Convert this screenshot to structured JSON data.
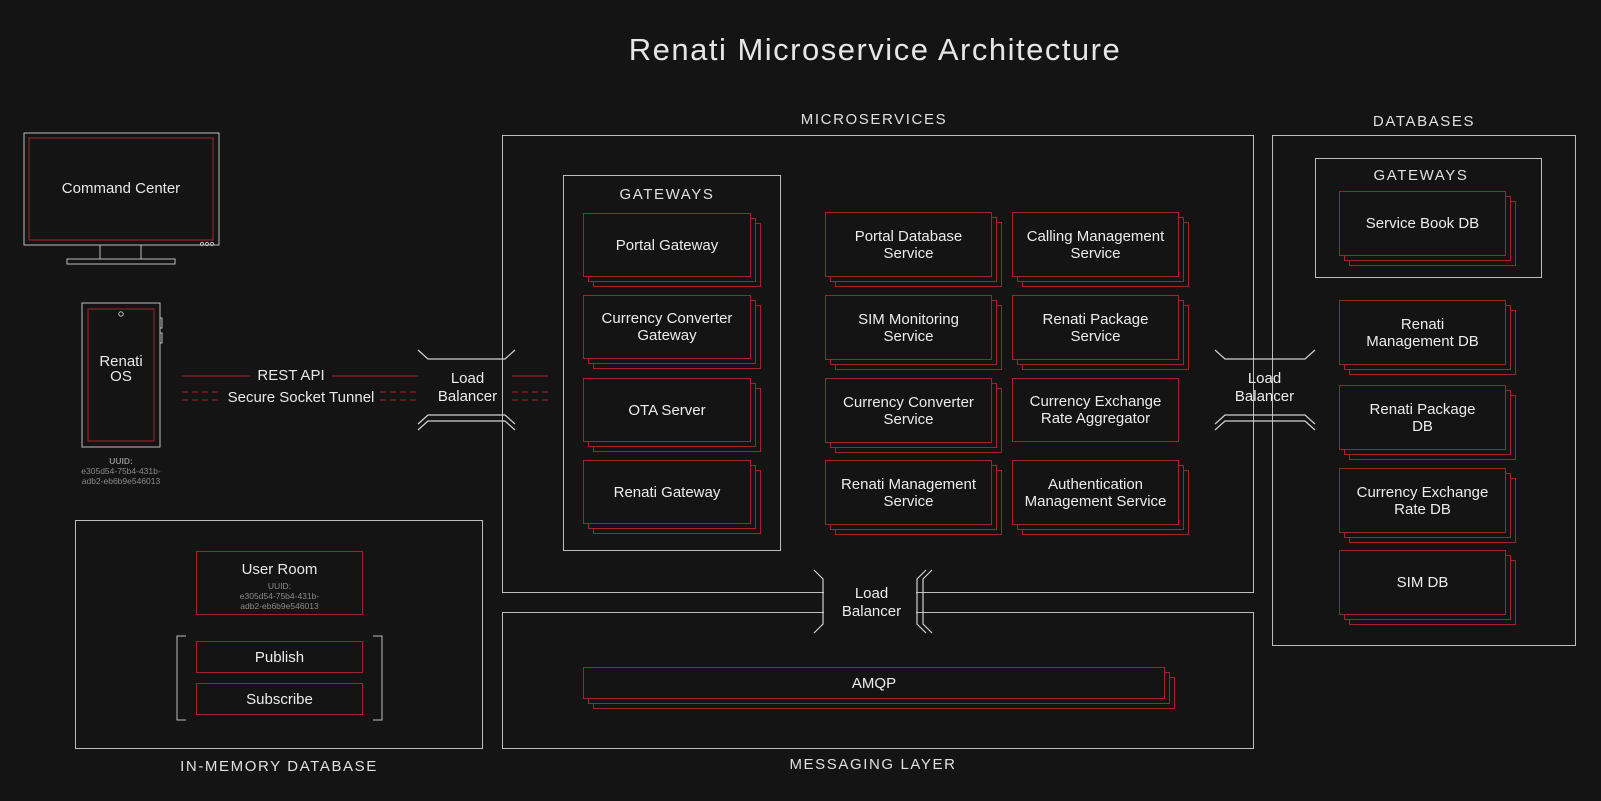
{
  "title": "Renati Microservice Architecture",
  "sections": {
    "microservices": "MICROSERVICES",
    "databases": "DATABASES",
    "in_memory": "IN-MEMORY DATABASE",
    "messaging": "MESSAGING LAYER"
  },
  "client": {
    "command_center": "Command Center",
    "device_label": "Renati OS",
    "uuid_label": "UUID:",
    "uuid_value": "e305d54-75b4-431b-adb2-eb6b9e546013"
  },
  "connections": {
    "rest_api": "REST API",
    "secure_socket": "Secure Socket Tunnel",
    "load_balancer": "Load Balancer"
  },
  "gateways": {
    "header": "GATEWAYS",
    "items": [
      "Portal Gateway",
      "Currency Converter Gateway",
      "OTA Server",
      "Renati Gateway"
    ]
  },
  "services": [
    "Portal Database Service",
    "Calling Management Service",
    "SIM Monitoring Service",
    "Renati Package Service",
    "Currency Converter Service",
    "Currency Exchange Rate Aggregator",
    "Renati Management Service",
    "Authentication Management Service"
  ],
  "databases": {
    "gateways_header": "GATEWAYS",
    "gateway_db": "Service Book DB",
    "items": [
      "Renati Management DB",
      "Renati Package DB",
      "Currency Exchange Rate DB",
      "SIM DB"
    ]
  },
  "in_memory": {
    "user_room": "User Room",
    "uuid_label": "UUID:",
    "uuid_value": "e305d54-75b4-431b-adb2-eb6b9e546013",
    "publish": "Publish",
    "subscribe": "Subscribe"
  },
  "messaging": {
    "amqp": "AMQP"
  }
}
